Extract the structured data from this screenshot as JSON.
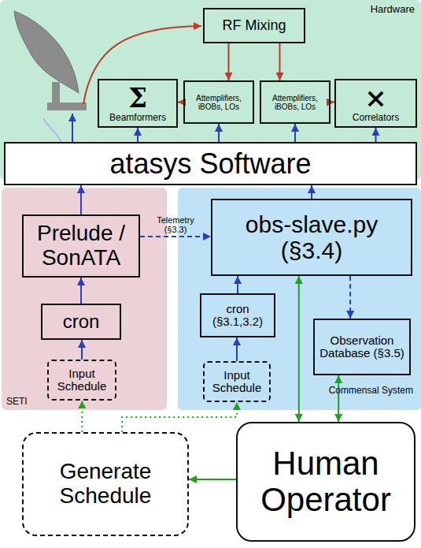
{
  "diagram": {
    "nodes": [
      {
        "text": [
          "Hardware"
        ]
      },
      {
        "text": [
          "RF Mixing"
        ],
        "in": 0
      },
      {
        "text": [
          "Σ",
          "Beamformers"
        ],
        "in": 0
      },
      {
        "text": [
          "Attemplifiers, iBOBs, LOs"
        ],
        "in": 0
      },
      {
        "text": [
          "Attemplifiers, iBOBs, LOs"
        ],
        "in": 0
      },
      {
        "text": [
          "×",
          "Correlators"
        ],
        "in": 0
      },
      {
        "text": [
          "atasys Software"
        ]
      },
      {
        "text": [
          "SETI"
        ]
      },
      {
        "text": [
          "Prelude / SonATA"
        ],
        "in": 7
      },
      {
        "text": [
          "cron"
        ],
        "in": 7
      },
      {
        "text": [
          "Input Schedule"
        ],
        "in": 7
      },
      {
        "text": [
          "Commensal System"
        ]
      },
      {
        "text": [
          "obs-slave.py (§3.4)"
        ],
        "in": 11
      },
      {
        "text": [
          "cron (§3.1,3.2)"
        ],
        "in": 11
      },
      {
        "text": [
          "Input Schedule"
        ],
        "in": 11
      },
      {
        "text": [
          "Observation Database (§3.5)"
        ],
        "in": 11
      },
      {
        "text": [
          "Generate Schedule"
        ]
      },
      {
        "text": [
          "Human Operator"
        ]
      }
    ],
    "edges": [
      {
        "from": 1,
        "to": 3,
        "arrow": "to"
      },
      {
        "from": 1,
        "to": 4,
        "arrow": "to"
      },
      {
        "from": 3,
        "to": 2,
        "arrow": "to"
      },
      {
        "from": 4,
        "to": 5,
        "arrow": "to"
      },
      {
        "from": 6,
        "to": 2,
        "arrow": "to"
      },
      {
        "from": 6,
        "to": 3,
        "arrow": "to"
      },
      {
        "from": 6,
        "to": 4,
        "arrow": "to"
      },
      {
        "from": 6,
        "to": 5,
        "arrow": "to"
      },
      {
        "from": 8,
        "to": 6,
        "arrow": "to"
      },
      {
        "from": 12,
        "to": 6,
        "arrow": "to"
      },
      {
        "from": 8,
        "to": 12,
        "label": "Telemetry (§3.3)",
        "arrow": "to"
      },
      {
        "from": 9,
        "to": 8,
        "arrow": "to"
      },
      {
        "from": 10,
        "to": 9,
        "arrow": "to"
      },
      {
        "from": 13,
        "to": 12,
        "arrow": "to"
      },
      {
        "from": 14,
        "to": 13,
        "arrow": "to"
      },
      {
        "from": 12,
        "to": 15,
        "arrow": "to"
      },
      {
        "from": 12,
        "to": 17,
        "arrow": "both"
      },
      {
        "from": 15,
        "to": 17,
        "arrow": "both"
      },
      {
        "from": 17,
        "to": 16,
        "arrow": "to"
      },
      {
        "from": 16,
        "to": 10,
        "arrow": "to"
      },
      {
        "from": 16,
        "to": 14,
        "arrow": "to"
      }
    ]
  }
}
